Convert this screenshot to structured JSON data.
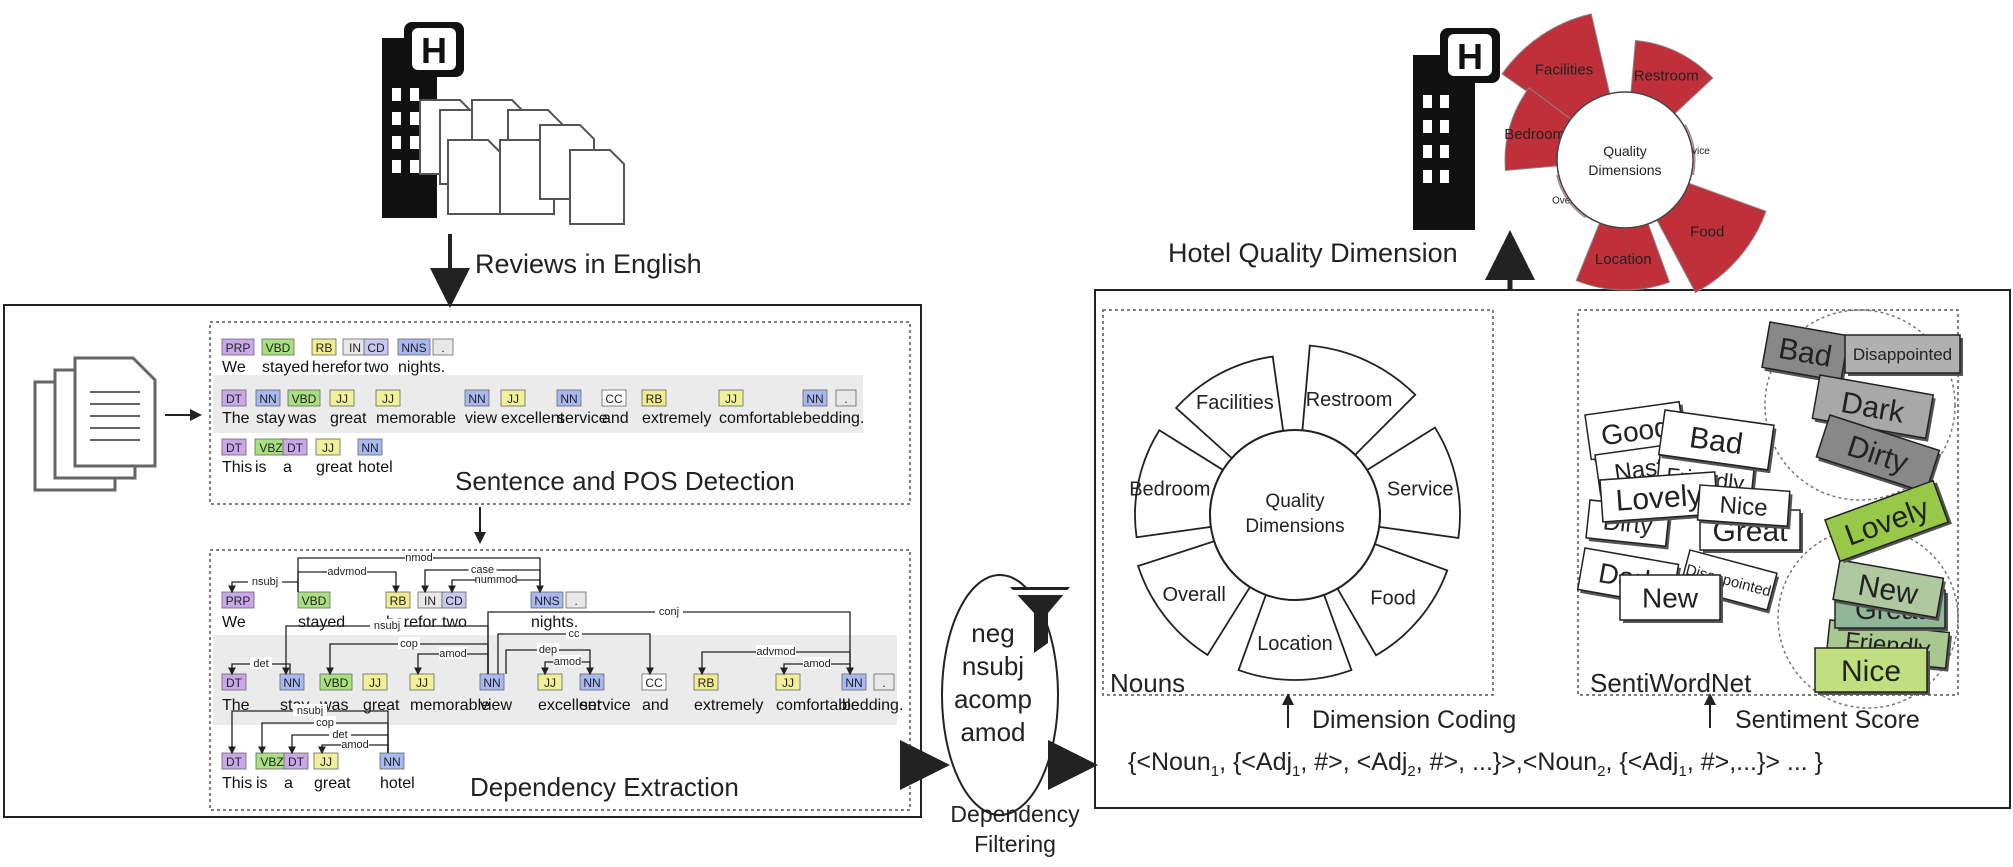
{
  "labels": {
    "reviews": "Reviews in English",
    "sentence_pos": "Sentence and POS Detection",
    "dependency_extraction": "Dependency Extraction",
    "dependency_filtering_1": "Dependency",
    "dependency_filtering_2": "Filtering",
    "hotel_quality_dimension": "Hotel Quality Dimension",
    "dimension_coding": "Dimension Coding",
    "sentiment_score": "Sentiment Score",
    "nouns": "Nouns",
    "sentiwordnet": "SentiWordNet",
    "quality_1": "Quality",
    "quality_2": "Dimensions"
  },
  "filter_terms": [
    "neg",
    "nsubj",
    "acomp",
    "amod"
  ],
  "formula": {
    "open": "{<Noun",
    "sub1": "1",
    "part2": ", {<Adj",
    "sub2": "1",
    "part3": ", #>, <Adj",
    "sub3": "2",
    "part4": ", #>, ...}>,<Noun",
    "sub4": "2",
    "part5": ", {<Adj",
    "sub5": "1",
    "part6": ", #>,...}> ... }"
  },
  "dimensions": [
    "Restroom",
    "Service",
    "Food",
    "Location",
    "Overall",
    "Bedroom",
    "Facilities"
  ],
  "pos_sentences": {
    "s1": {
      "tags": [
        "PRP",
        "VBD",
        "RB",
        "IN",
        "CD",
        "NNS",
        "."
      ],
      "words": [
        "We",
        "stayed",
        "here",
        "for",
        "two",
        "nights."
      ]
    },
    "s2": {
      "tags": [
        "DT",
        "NN",
        "VBD",
        "JJ",
        "JJ",
        "NN",
        "JJ",
        "NN",
        "CC",
        "RB",
        "JJ",
        "NN",
        "."
      ],
      "words": [
        "The",
        "stay",
        "was",
        "great",
        "memorable",
        "view",
        "excellent",
        "service",
        "and",
        "extremely",
        "comfortable",
        "bedding."
      ]
    },
    "s3": {
      "tags": [
        "DT",
        "VBZ",
        "DT",
        "JJ",
        "NN"
      ],
      "words": [
        "This",
        "is",
        "a",
        "great",
        "hotel"
      ]
    }
  },
  "dep_sentences": {
    "s1": {
      "tags": [
        "PRP",
        "VBD",
        "RB",
        "IN",
        "CD",
        "NNS",
        "."
      ],
      "words": [
        "We",
        "stayed",
        "here",
        "for",
        "two",
        "nights."
      ],
      "relations": [
        "nsubj",
        "advmod",
        "nmod",
        "case",
        "nummod"
      ]
    },
    "s2": {
      "tags": [
        "DT",
        "NN",
        "VBD",
        "JJ",
        "JJ",
        "NN",
        "JJ",
        "NN",
        "CC",
        "RB",
        "JJ",
        "NN",
        "."
      ],
      "words": [
        "The",
        "stay",
        "was",
        "great",
        "memorable",
        "view",
        "excellent",
        "service",
        "and",
        "extremely",
        "comfortable",
        "bedding."
      ],
      "relations": [
        "det",
        "nsubj",
        "cop",
        "amod",
        "conj",
        "cc",
        "dep",
        "amod",
        "advmod",
        "amod"
      ]
    },
    "s3": {
      "tags": [
        "DT",
        "VBZ",
        "DT",
        "JJ",
        "NN"
      ],
      "words": [
        "This",
        "is",
        "a",
        "great",
        "hotel"
      ],
      "relations": [
        "nsubj",
        "cop",
        "det",
        "amod"
      ]
    }
  },
  "sentiment_words": {
    "negative": [
      "Bad",
      "Disappointed",
      "Dark",
      "Dirty"
    ],
    "mixed": [
      "Good",
      "Bad",
      "Nasty",
      "Friendly",
      "Lovely",
      "Nice",
      "Dirty",
      "Great",
      "Dark",
      "Disappointed",
      "New"
    ],
    "positive": [
      "Lovely",
      "New",
      "Great",
      "Friendly",
      "Nice"
    ]
  },
  "top_wheel": {
    "labels": [
      "Facilities",
      "Restroom",
      "Service",
      "Food",
      "Location",
      "Overall",
      "Bedroom"
    ]
  },
  "colors": {
    "pos_tags": {
      "PRP": "#c8a8e8",
      "VBD": "#a8e080",
      "VBZ": "#a8e080",
      "RB": "#f0ec90",
      "IN": "#e8e8e8",
      "CD": "#c8c8f0",
      "NNS": "#a8b8f0",
      "NN": "#a8b8f0",
      "DT": "#c8a8e8",
      "JJ": "#f0f098",
      "CC": "#ffffff",
      ".": "#e8e8e8"
    },
    "wheel_red": "#c0303a",
    "wheel_light": "#e8a0a8"
  }
}
